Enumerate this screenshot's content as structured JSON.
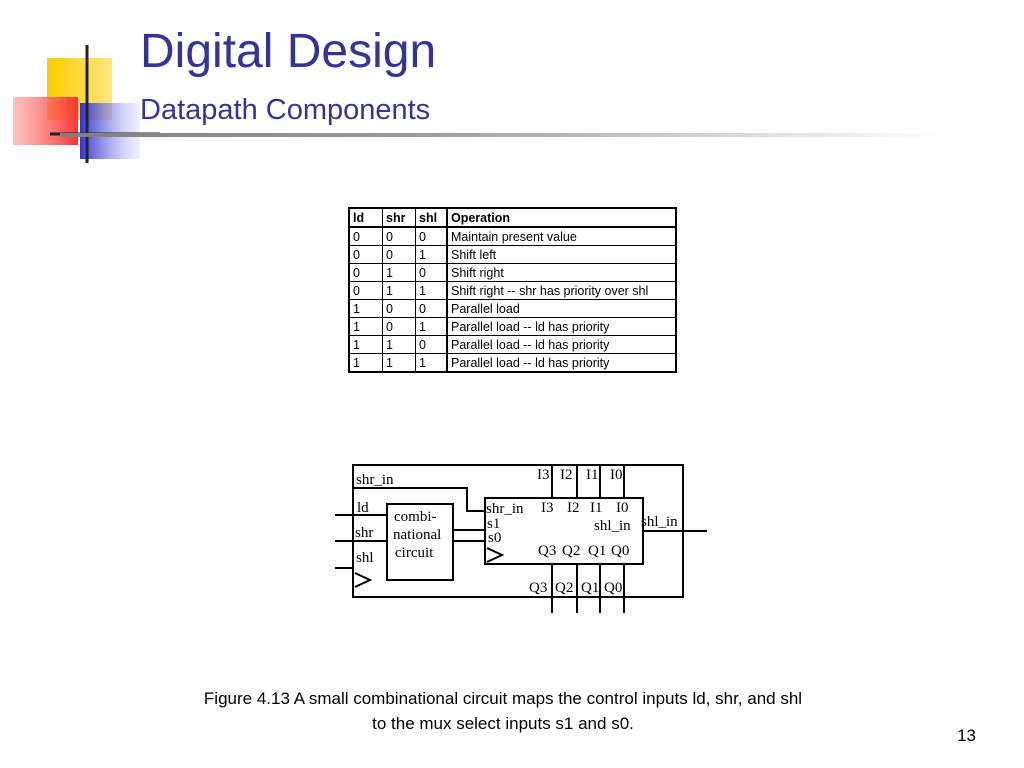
{
  "slide": {
    "title": "Digital Design",
    "subtitle": "Datapath Components",
    "page_number": "13"
  },
  "table": {
    "headers": [
      "ld",
      "shr",
      "shl",
      "Operation"
    ],
    "rows": [
      [
        "0",
        "0",
        "0",
        "Maintain present value"
      ],
      [
        "0",
        "0",
        "1",
        "Shift left"
      ],
      [
        "0",
        "1",
        "0",
        "Shift right"
      ],
      [
        "0",
        "1",
        "1",
        "Shift right -- shr has priority over shl"
      ],
      [
        "1",
        "0",
        "0",
        "Parallel load"
      ],
      [
        "1",
        "0",
        "1",
        "Parallel load -- ld has priority"
      ],
      [
        "1",
        "1",
        "0",
        "Parallel load -- ld has priority"
      ],
      [
        "1",
        "1",
        "1",
        "Parallel load -- ld has priority"
      ]
    ]
  },
  "circuit": {
    "shr_in": "shr_in",
    "ld": "ld",
    "shr": "shr",
    "shl": "shl",
    "comb_line1": "combi-",
    "comb_line2": "national",
    "comb_line3": "circuit",
    "reg_shr_in": "shr_in",
    "reg_s1": "s1",
    "reg_s0": "s0",
    "reg_shl_in": "shl_in",
    "outer_shl_in": "shl_in",
    "top_inputs": [
      "I3",
      "I2",
      "I1",
      "I0"
    ],
    "reg_inputs": [
      "I3",
      "I2",
      "I1",
      "I0"
    ],
    "reg_outputs": [
      "Q3",
      "Q2",
      "Q1",
      "Q0"
    ],
    "bottom_outputs": [
      "Q3",
      "Q2",
      "Q1",
      "Q0"
    ]
  },
  "caption": {
    "line1": "Figure 4.13 A small combinational circuit maps the control inputs ld, shr, and shl",
    "line2": "to the mux select inputs s1 and s0."
  }
}
